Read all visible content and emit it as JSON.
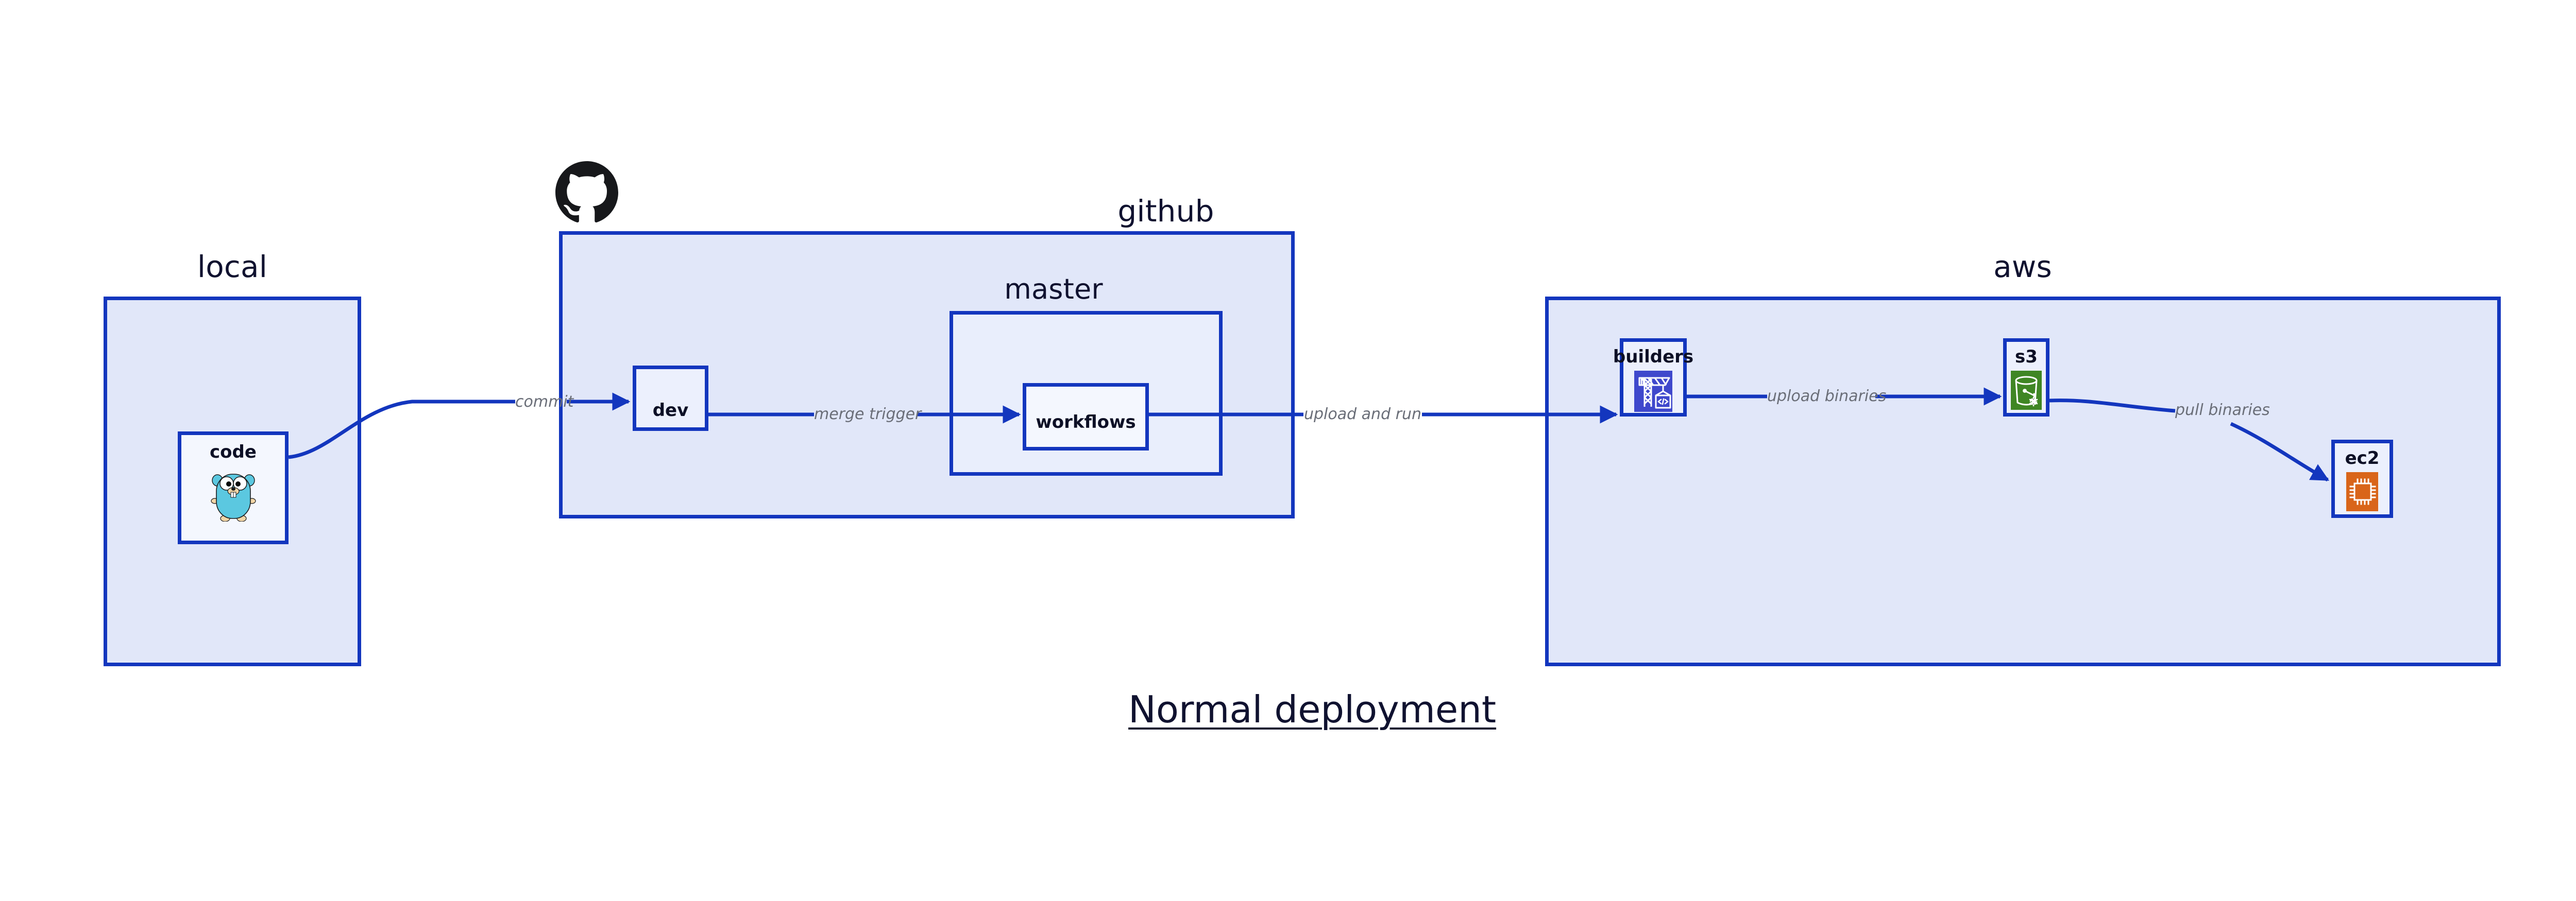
{
  "diagram": {
    "caption": "Normal deployment",
    "accent_border": "#1336BE",
    "group_fill": "#E1E7F9",
    "inner_fill": "#E9EEFC",
    "node_fill": "#ECF0FD",
    "label_color": "#6A6E78",
    "title_color": "#101230",
    "background": "#FFFFFF"
  },
  "groups": {
    "local": {
      "title": "local"
    },
    "github": {
      "title": "github",
      "logo": "github-octocat-icon"
    },
    "master": {
      "title": "master"
    },
    "aws": {
      "title": "aws"
    }
  },
  "nodes": {
    "code": {
      "label": "code",
      "icon": "go-gopher-icon",
      "icon_color": "#5BC8E0"
    },
    "dev": {
      "label": "dev",
      "icon": null,
      "icon_color": null
    },
    "workflows": {
      "label": "workflows",
      "icon": null,
      "icon_color": null
    },
    "builders": {
      "label": "builders",
      "icon": "aws-codebuild-crane-icon",
      "icon_color": "#3F48CC"
    },
    "s3": {
      "label": "s3",
      "icon": "aws-s3-glacier-bucket-icon",
      "icon_color": "#3F8624"
    },
    "ec2": {
      "label": "ec2",
      "icon": "aws-ec2-chip-icon",
      "icon_color": "#D9651A"
    }
  },
  "edges": [
    {
      "id": "commit",
      "label": "commit",
      "from": "code",
      "to": "dev"
    },
    {
      "id": "merge-trigger",
      "label": "merge trigger",
      "from": "dev",
      "to": "workflows"
    },
    {
      "id": "upload-and-run",
      "label": "upload and run",
      "from": "workflows",
      "to": "builders"
    },
    {
      "id": "upload-binaries",
      "label": "upload binaries",
      "from": "builders",
      "to": "s3"
    },
    {
      "id": "pull-binaries",
      "label": "pull binaries",
      "from": "s3",
      "to": "ec2"
    }
  ]
}
